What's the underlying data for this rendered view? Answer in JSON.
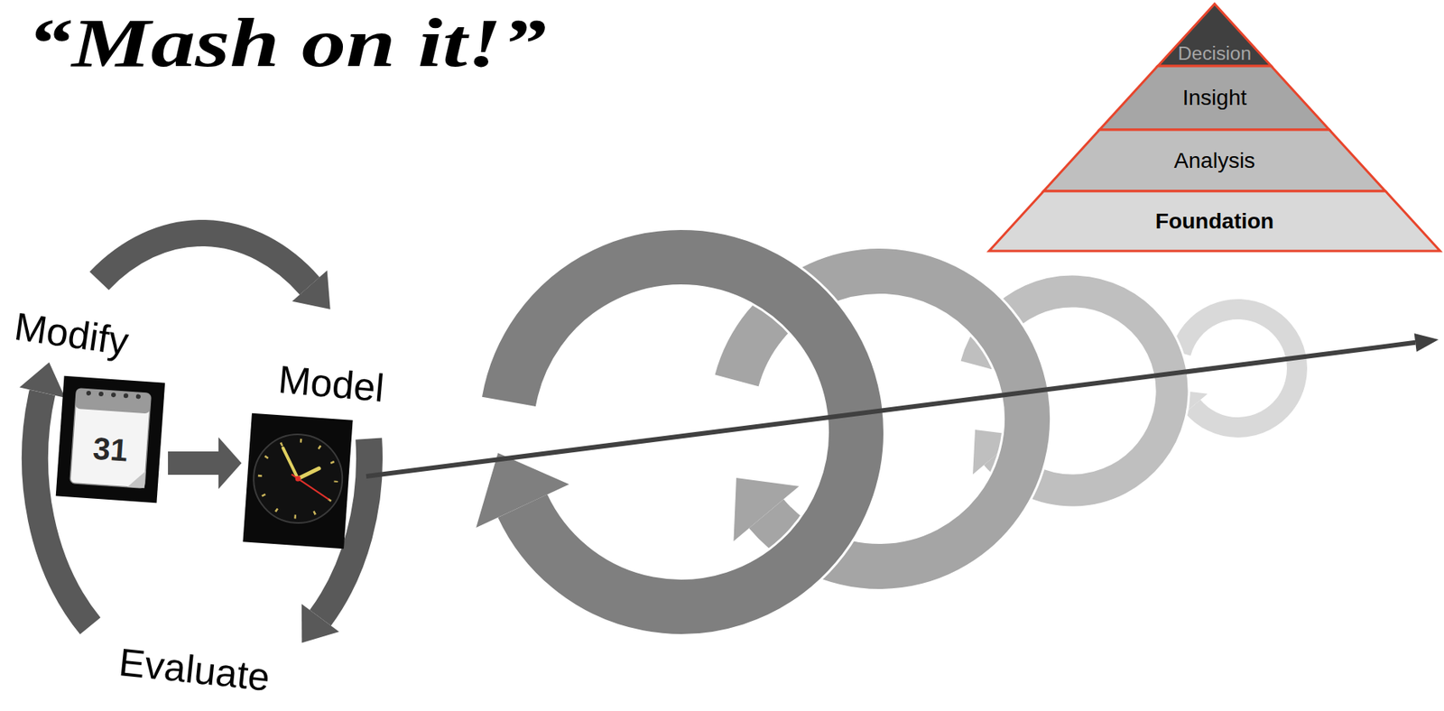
{
  "diagram": {
    "title": "“Mash on it!”",
    "nodes": [
      {
        "text": [
          "Decision"
        ]
      },
      {
        "text": [
          "Insight"
        ]
      },
      {
        "text": [
          "Analysis"
        ]
      },
      {
        "text": [
          "Foundation"
        ]
      }
    ],
    "labels": [
      "Modify",
      "Model",
      "31",
      "Evaluate"
    ]
  }
}
